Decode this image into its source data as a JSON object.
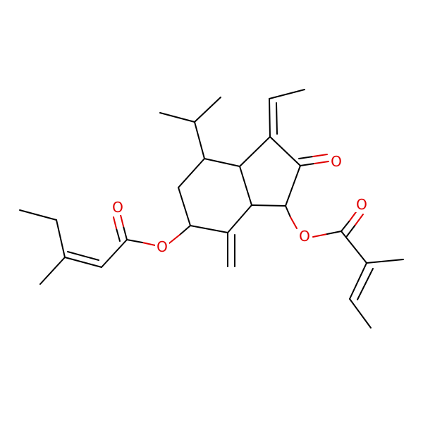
{
  "molecule": {
    "atoms": {
      "o_ketone": "O",
      "o_ester_left_carbonyl": "O",
      "o_ester_left_link": "O",
      "o_ester_right_carbonyl": "O",
      "o_ester_right_link": "O"
    },
    "colors": {
      "bond": "#000000",
      "oxygen": "#e00000",
      "background": "#ffffff"
    }
  }
}
